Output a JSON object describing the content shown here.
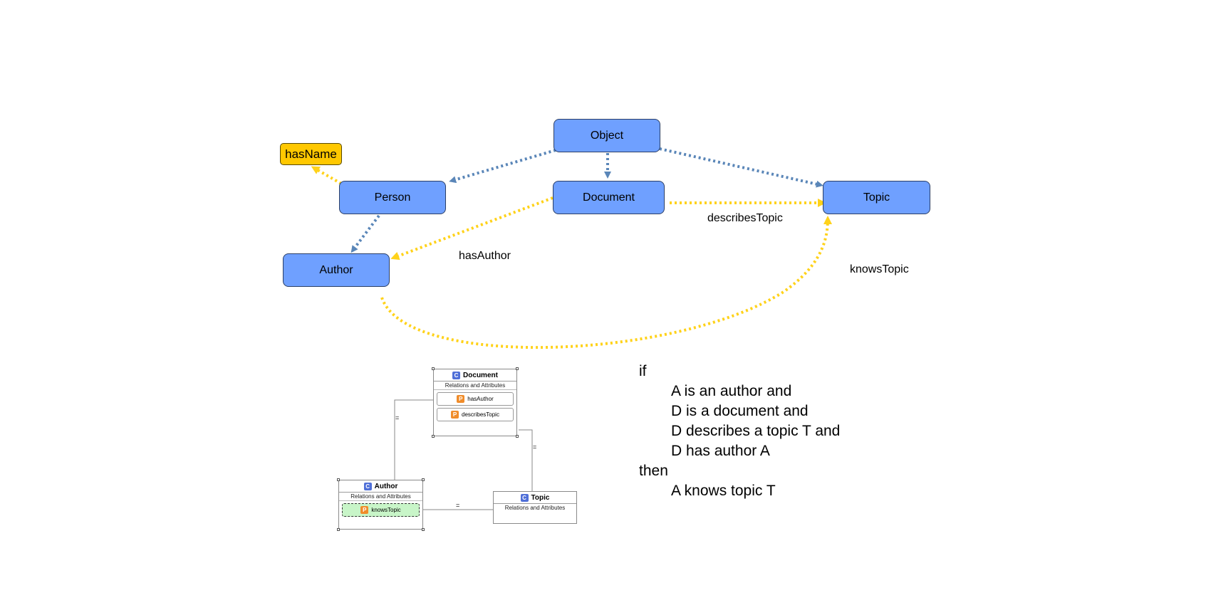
{
  "nodes": {
    "object": "Object",
    "person": "Person",
    "document": "Document",
    "topic": "Topic",
    "author": "Author"
  },
  "properties": {
    "has_name": "hasName"
  },
  "edge_labels": {
    "describes_topic": "describesTopic",
    "has_author": "hasAuthor",
    "knows_topic": "knowsTopic"
  },
  "uml": {
    "relations_header": "Relations and Attributes",
    "class_icon": "C",
    "property_icon": "P",
    "document": {
      "title": "Document",
      "props": [
        "hasAuthor",
        "describesTopic"
      ]
    },
    "author": {
      "title": "Author",
      "props": [
        "knowsTopic"
      ]
    },
    "topic": {
      "title": "Topic"
    },
    "equals": "="
  },
  "rule": {
    "if": "if",
    "conditions": [
      "A is an author and",
      "D is a document and",
      "D describes a topic T and",
      "D has author A"
    ],
    "then": "then",
    "conclusion": "A knows topic T"
  },
  "colors": {
    "class_fill": "#6fa0ff",
    "subclass_edge": "#5a86b8",
    "property_edge": "#ffd21a",
    "property_fill": "#ffc800"
  }
}
